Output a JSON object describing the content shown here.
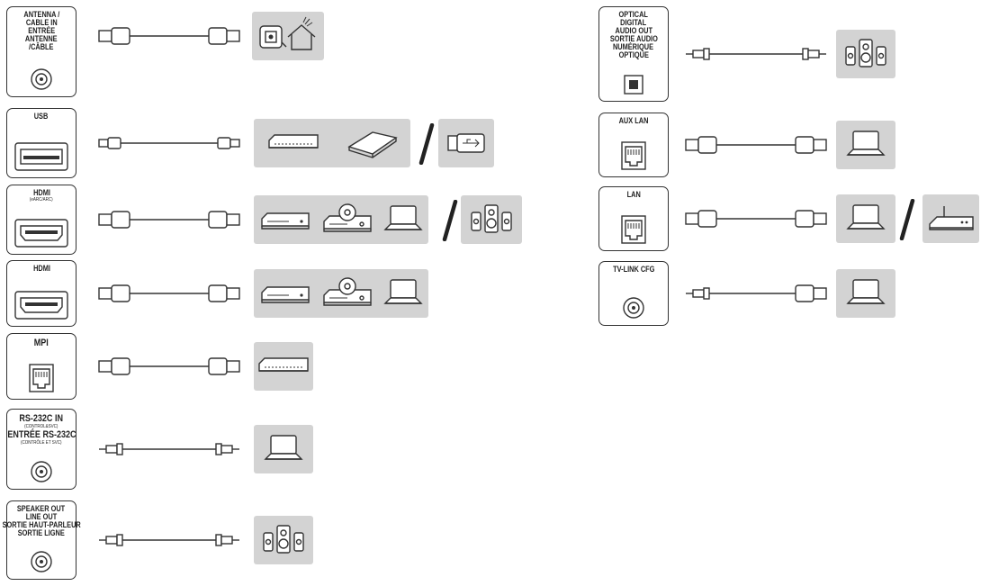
{
  "colors": {
    "line": "#333333",
    "device_bg": "#d3d3d3"
  },
  "ports": [
    {
      "id": "antenna",
      "lines": [
        "ANTENNA /",
        "CABLE IN",
        "ENTRÉE",
        "ANTENNE",
        "/CÂBLE"
      ],
      "port_icon": "coax-icon",
      "cable": "coax-cable-icon",
      "devices": [
        [
          "antenna-home-icon"
        ]
      ]
    },
    {
      "id": "usb",
      "lines": [
        "USB"
      ],
      "port_icon": "usb-port-icon",
      "cable": "usb-cable-icon",
      "devices": [
        [
          "set-top-box-icon",
          "hard-drive-icon"
        ],
        [
          "usb-stick-icon"
        ]
      ]
    },
    {
      "id": "hdmi-earc",
      "lines": [
        "HDMI",
        "(eARC/ARC)"
      ],
      "port_icon": "hdmi-port-icon",
      "cable": "hdmi-cable-icon",
      "devices": [
        [
          "dvd-player-icon",
          "disc-player-icon",
          "laptop-icon"
        ],
        [
          "speaker-system-icon"
        ]
      ]
    },
    {
      "id": "hdmi",
      "lines": [
        "HDMI"
      ],
      "port_icon": "hdmi-port-icon",
      "cable": "hdmi-cable-icon",
      "devices": [
        [
          "dvd-player-icon",
          "disc-player-icon",
          "laptop-icon"
        ]
      ]
    },
    {
      "id": "mpi",
      "lines": [
        "MPI"
      ],
      "port_icon": "rj45-port-icon",
      "cable": "rj45-cable-icon",
      "devices": [
        [
          "set-top-box-icon"
        ]
      ]
    },
    {
      "id": "rs232",
      "lines": [
        "RS-232C IN",
        "(CONTROL&SVC)",
        "ENTRÉE RS-232C",
        "(CONTRÔLE ET SVC)"
      ],
      "port_icon": "jack-port-icon",
      "cable": "jack-cable-icon",
      "devices": [
        [
          "laptop-icon"
        ]
      ]
    },
    {
      "id": "speaker",
      "lines": [
        "SPEAKER OUT",
        "LINE OUT",
        "SORTIE HAUT-PARLEUR",
        "SORTIE LIGNE"
      ],
      "port_icon": "jack-port-icon",
      "cable": "jack-cable-icon",
      "devices": [
        [
          "speaker-system-icon"
        ]
      ]
    },
    {
      "id": "optical",
      "lines": [
        "OPTICAL",
        "DIGITAL",
        "AUDIO OUT",
        "SORTIE AUDIO",
        "NUMÉRIQUE",
        "OPTIQUE"
      ],
      "port_icon": "optical-port-icon",
      "cable": "optical-cable-icon",
      "devices": [
        [
          "speaker-system-icon"
        ]
      ]
    },
    {
      "id": "auxlan",
      "lines": [
        "AUX LAN"
      ],
      "port_icon": "rj45-port-icon",
      "cable": "rj45-cable-icon",
      "devices": [
        [
          "laptop-icon"
        ]
      ]
    },
    {
      "id": "lan",
      "lines": [
        "LAN"
      ],
      "port_icon": "rj45-port-icon",
      "cable": "rj45-cable-icon",
      "devices": [
        [
          "laptop-icon"
        ],
        [
          "router-icon"
        ]
      ]
    },
    {
      "id": "tvlink",
      "lines": [
        "TV-LINK CFG"
      ],
      "port_icon": "jack-port-icon",
      "cable": "jack-usb-cable-icon",
      "devices": [
        [
          "laptop-icon"
        ]
      ]
    }
  ]
}
